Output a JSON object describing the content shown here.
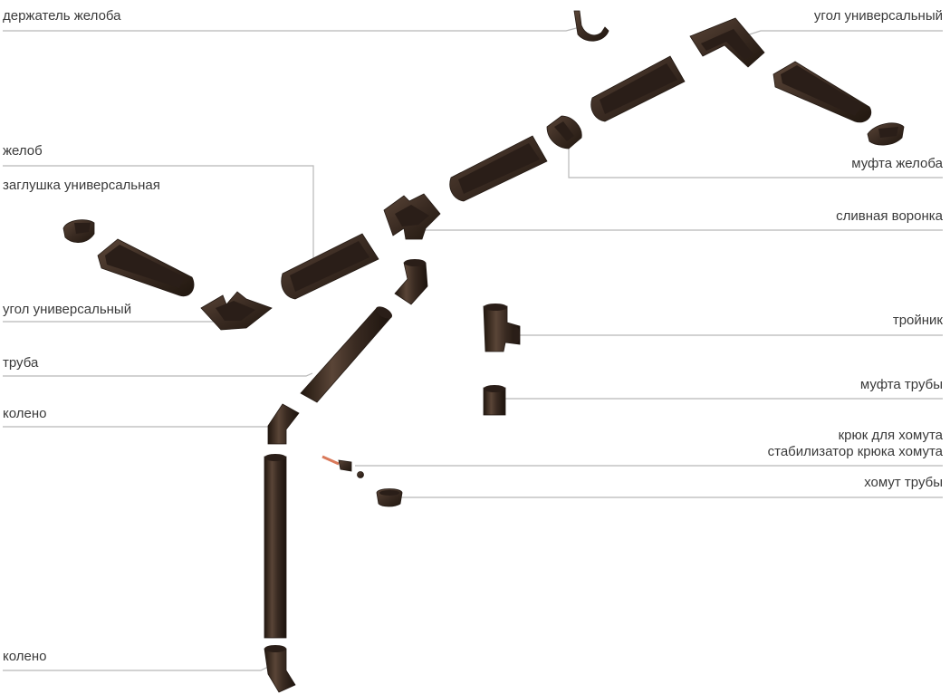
{
  "labels": {
    "gutter_bracket": "держатель желоба",
    "corner_top_right": "угол универсальный",
    "gutter": "желоб",
    "end_cap": "заглушка универсальная",
    "gutter_coupling": "муфта желоба",
    "outlet": "сливная воронка",
    "corner_left": "угол универсальный",
    "tee": "тройник",
    "pipe": "труба",
    "pipe_coupling": "муфта трубы",
    "elbow_upper": "колено",
    "clamp_hook": "крюк для хомута",
    "hook_stabilizer": "стабилизатор крюка хомута",
    "pipe_clamp": "хомут трубы",
    "elbow_lower": "колено"
  },
  "colors": {
    "part_dark": "#2e221b",
    "part_light": "#5a4537",
    "leader_line": "#b8b8b8",
    "label_text": "#3a3a3a",
    "hook_accent": "#d9795a"
  }
}
